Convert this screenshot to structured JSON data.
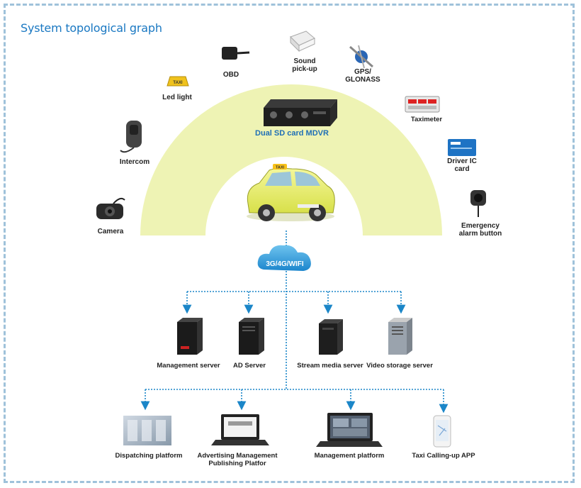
{
  "title": "System topological graph",
  "center": {
    "mdvr_label": "Dual SD card MDVR",
    "cloud_label": "3G/4G/WIFI"
  },
  "peripherals": {
    "camera": "Camera",
    "intercom": "Intercom",
    "led_light": "Led light",
    "obd": "OBD",
    "sound_line1": "Sound",
    "sound_line2": "pick-up",
    "gps_line1": "GPS/",
    "gps_line2": "GLONASS",
    "taximeter": "Taximeter",
    "driver_ic_line1": "Driver IC",
    "driver_ic_line2": "card",
    "emergency_line1": "Emergency",
    "emergency_line2": "alarm button",
    "taxi_sign": "TAXI"
  },
  "servers": [
    {
      "label": "Management server"
    },
    {
      "label": "AD Server"
    },
    {
      "label": "Stream media server"
    },
    {
      "label": "Video storage server"
    }
  ],
  "platforms": [
    {
      "label": "Dispatching platform"
    },
    {
      "label_line1": "Advertising Management",
      "label_line2": "Publishing Platfor"
    },
    {
      "label": "Management platform"
    },
    {
      "label": "Taxi Calling-up APP"
    }
  ],
  "colors": {
    "arc": "#eef3b4",
    "connector": "#1b86c8",
    "title": "#1a78c2",
    "mdvr_label": "#1f6fb6",
    "frame": "#9fc2da"
  }
}
